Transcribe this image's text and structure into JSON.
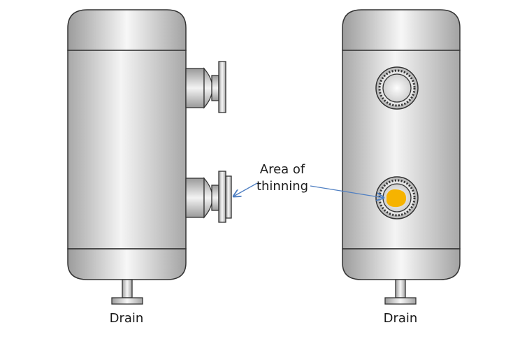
{
  "labels": {
    "annotation_line1": "Area of",
    "annotation_line2": "thinning",
    "drain_left": "Drain",
    "drain_right": "Drain"
  },
  "colors": {
    "vessel_outline": "#333333",
    "metal_light": "#f7f7f7",
    "metal_mid": "#d3d3d3",
    "metal_dark": "#a9a9a9",
    "arrow": "#4f7fc2",
    "thinning_spot": "#f6b300"
  }
}
